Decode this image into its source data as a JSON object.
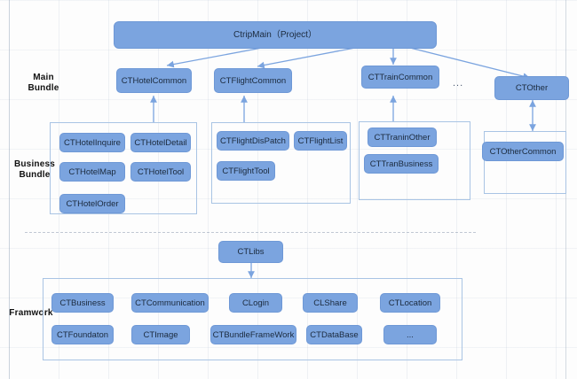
{
  "diagram": {
    "title": "Ctrip iOS App Architecture Bundle Diagram",
    "colors": {
      "node_fill": "#7ba4df",
      "node_border": "#6e98d6",
      "group_border": "#a9c4e4",
      "arrow": "#7ba4df",
      "background": "#fdfdfd",
      "text": "#1b2a3d"
    }
  },
  "row_labels": {
    "main_bundle": "Main\nBundle",
    "business_bundle": "Business\nBundle",
    "framework": "Framwork"
  },
  "project": {
    "label": "CtripMain（Project）"
  },
  "main_bundle": {
    "nodes": [
      {
        "label": "CTHotelCommon"
      },
      {
        "label": "CTFlightCommon"
      },
      {
        "label": "CTTrainCommon"
      },
      {
        "label": "CTOther"
      }
    ],
    "ellipsis": "..."
  },
  "business_bundle": {
    "groups": [
      {
        "name": "hotel-group",
        "nodes": [
          {
            "label": "CTHotelInquire"
          },
          {
            "label": "CTHotelDetail"
          },
          {
            "label": "CTHotelMap"
          },
          {
            "label": "CTHotelTool"
          },
          {
            "label": "CTHotelOrder"
          }
        ]
      },
      {
        "name": "flight-group",
        "nodes": [
          {
            "label": "CTFlightDisPatch"
          },
          {
            "label": "CTFlightList"
          },
          {
            "label": "CTFlightTool"
          }
        ]
      },
      {
        "name": "train-group",
        "nodes": [
          {
            "label": "CTTraninOther"
          },
          {
            "label": "CTTranBusiness"
          }
        ]
      },
      {
        "name": "other-group",
        "nodes": [
          {
            "label": "CTOtherCommon"
          }
        ]
      }
    ]
  },
  "framework": {
    "libs_label": "CTLibs",
    "nodes_row1": [
      {
        "label": "CTBusiness"
      },
      {
        "label": "CTCommunication"
      },
      {
        "label": "CLogin"
      },
      {
        "label": "CLShare"
      },
      {
        "label": "CTLocation"
      }
    ],
    "nodes_row2": [
      {
        "label": "CTFoundaton"
      },
      {
        "label": "CTImage"
      },
      {
        "label": "CTBundleFrameWork"
      },
      {
        "label": "CTDataBase"
      },
      {
        "label": "..."
      }
    ]
  }
}
